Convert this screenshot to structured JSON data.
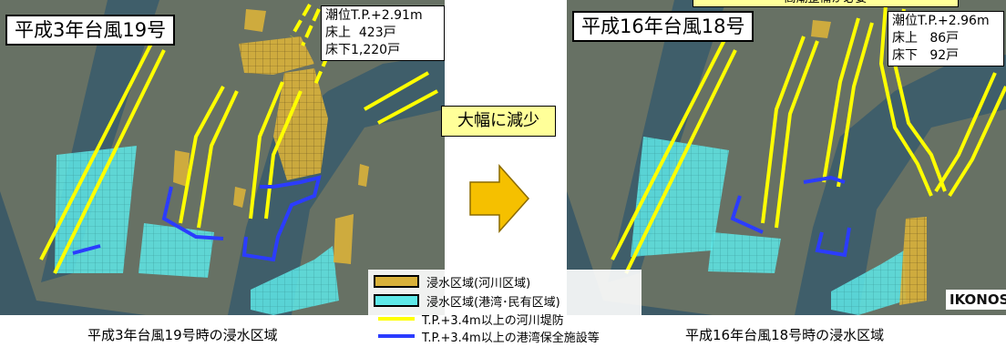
{
  "left_map": {
    "title": "平成3年台風19号",
    "stats": [
      "潮位T.P.+2.91m",
      "床上  423戸",
      "床下1,220戸"
    ],
    "caption": "平成3年台風19号時の浸水区域"
  },
  "right_map": {
    "title": "平成16年台風18号",
    "stats": [
      "潮位T.P.+2.96m",
      "床上   86戸",
      "床下   92戸"
    ],
    "caption": "平成16年台風18号時の浸水区域",
    "top_strip": "高潮整備が必要",
    "watermark": "IKONOS"
  },
  "center": {
    "reduction_label": "大幅に減少"
  },
  "legend": {
    "items": [
      {
        "label": "浸水区域(河川区域)",
        "kind": "fill",
        "color": "#d9b13a"
      },
      {
        "label": "浸水区域(港湾･民有区域)",
        "kind": "fill",
        "color": "#5ee8e8"
      },
      {
        "label": "T.P.+3.4m以上の河川堤防",
        "kind": "line",
        "color": "#ffff00"
      },
      {
        "label": "T.P.+3.4m以上の港湾保全施設等",
        "kind": "line",
        "color": "#2b3cff"
      }
    ]
  },
  "colors": {
    "river_flood": "#d9b13a",
    "port_flood": "#5ee8e8",
    "river_levee": "#ffff00",
    "port_facility": "#2b3cff",
    "arrow": "#f5c000"
  }
}
